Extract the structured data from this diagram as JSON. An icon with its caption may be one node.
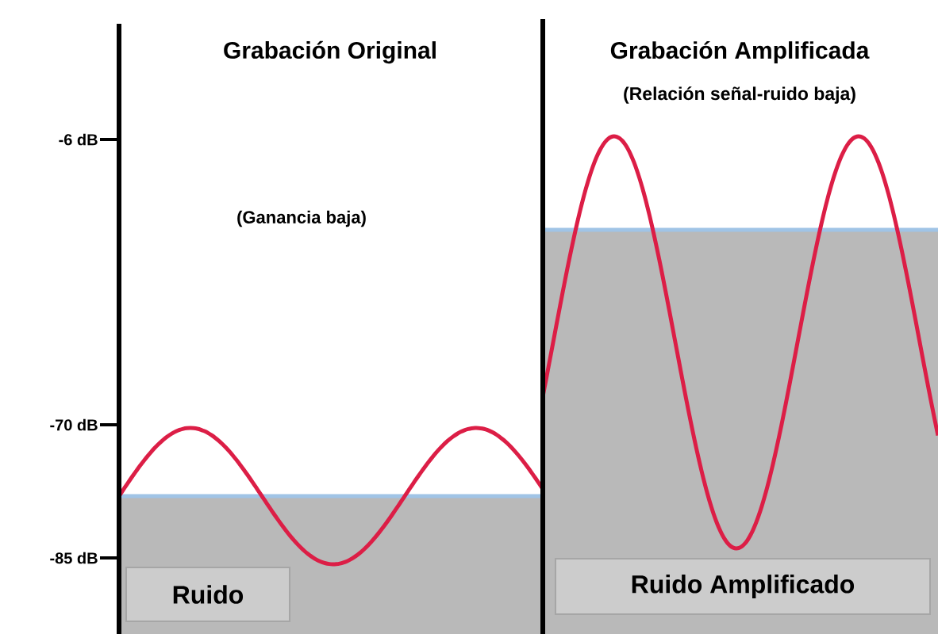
{
  "diagram": {
    "nodes": [
      {
        "text": [
          "Ruido"
        ]
      },
      {
        "text": [
          "Ruido Amplificado"
        ]
      }
    ],
    "labels": [
      "Grabación Original",
      "Grabación Amplificada",
      "(Relación señal-ruido baja)",
      "-6 dB",
      "(Ganancia baja)",
      "-70 dB",
      "-85 dB"
    ]
  }
}
